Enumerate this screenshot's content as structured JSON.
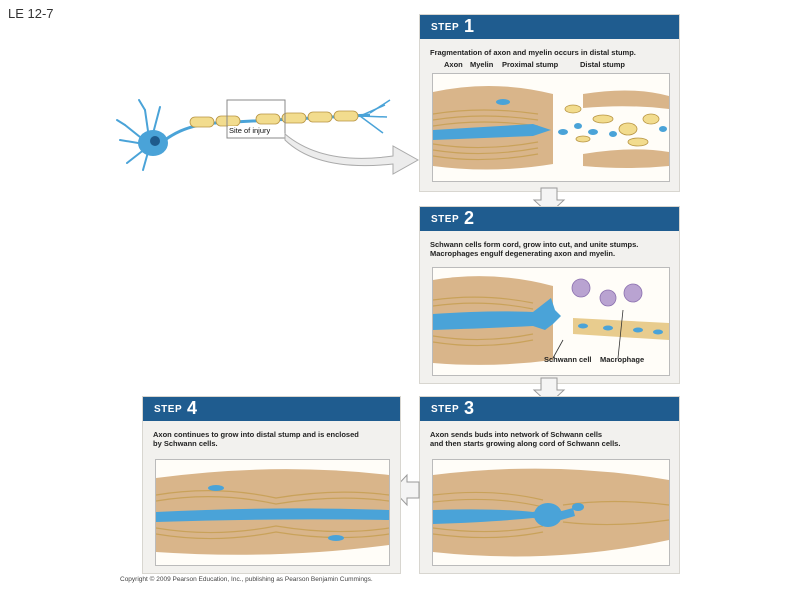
{
  "figure_label": "LE 12-7",
  "copyright": "Copyright © 2009 Pearson Education, Inc., publishing as Pearson Benjamin Cummings.",
  "overview": {
    "injury_label": "Site of injury"
  },
  "step_word": "STEP",
  "steps": [
    {
      "number": "1",
      "caption": [
        "Fragmentation of axon and myelin occurs in distal stump."
      ],
      "callouts": [
        "Axon",
        "Myelin",
        "Proximal stump",
        "Distal stump"
      ]
    },
    {
      "number": "2",
      "caption": [
        "Schwann cells form cord, grow into cut, and unite stumps.",
        "Macrophages engulf degenerating axon and myelin."
      ],
      "callouts": [
        "Schwann cell",
        "Macrophage"
      ]
    },
    {
      "number": "3",
      "caption": [
        "Axon sends buds into network of Schwann cells",
        "and then starts growing along cord of Schwann cells."
      ]
    },
    {
      "number": "4",
      "caption": [
        "Axon continues to grow into distal stump and is enclosed",
        "by Schwann cells."
      ]
    }
  ],
  "colors": {
    "header": "#1f5c8f",
    "axon": "#4aa3d8",
    "myelin": "#f2dc8e",
    "tissue": "#d9b58a",
    "macrophage": "#b9a3d1"
  }
}
